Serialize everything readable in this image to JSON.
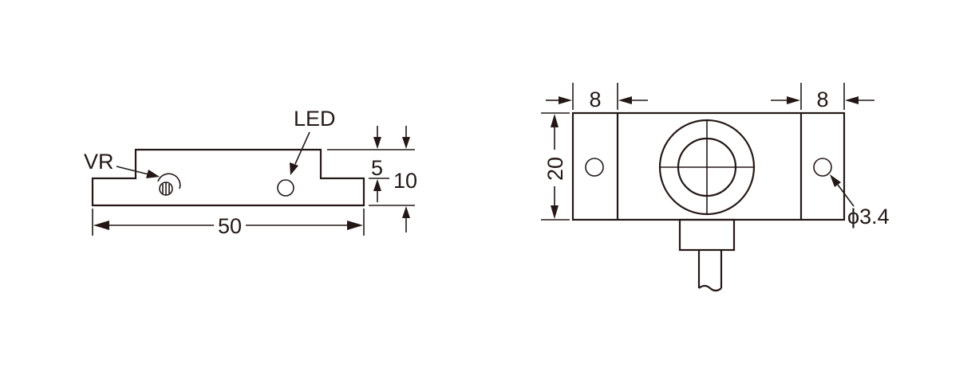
{
  "side_view": {
    "labels": {
      "vr": "VR",
      "led": "LED",
      "length": "50",
      "step_height": "5",
      "total_height": "10"
    }
  },
  "front_view": {
    "labels": {
      "left_flange": "8",
      "right_flange": "8",
      "height": "20",
      "hole": "ϕ3.4"
    }
  },
  "colors": {
    "line": "#231815",
    "background": "#ffffff"
  }
}
